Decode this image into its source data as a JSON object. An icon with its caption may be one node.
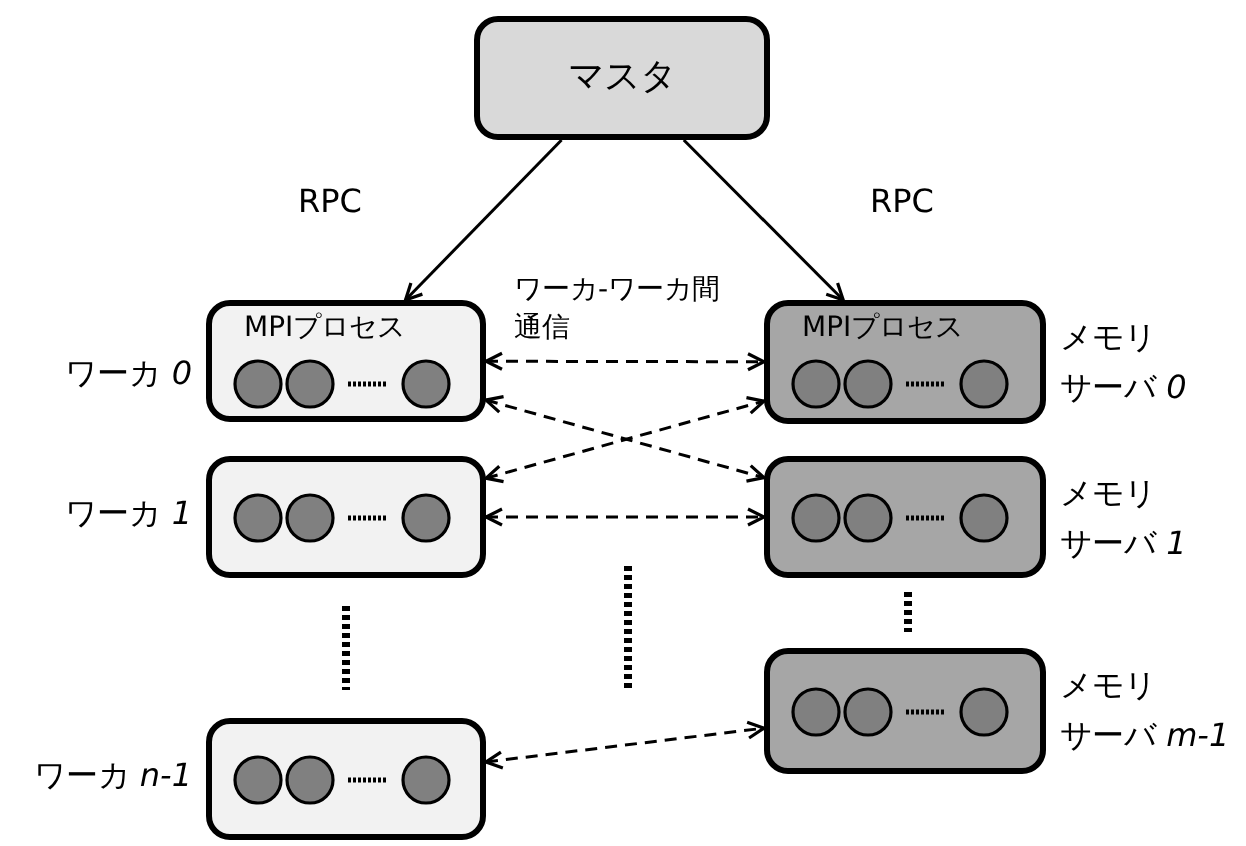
{
  "diagram": {
    "nodes": [
      {
        "text": [
          "マスタ"
        ]
      },
      {
        "text": [
          "MPIプロセス"
        ],
        "beside": [
          "ワーカ *0*"
        ]
      },
      {
        "text": [],
        "shape": "box",
        "beside": [
          "ワーカ *1*"
        ]
      },
      {
        "text": [],
        "shape": "box",
        "beside": [
          "ワーカ *n-1*"
        ]
      },
      {
        "text": [
          "MPIプロセス"
        ],
        "beside": [
          "メモリサーバ *0*"
        ]
      },
      {
        "text": [],
        "shape": "box",
        "beside": [
          "メモリサーバ *1*"
        ]
      },
      {
        "text": [],
        "shape": "box",
        "beside": [
          "メモリサーバ *m-1*"
        ]
      }
    ],
    "edges": [
      {
        "from": 0,
        "to": 1,
        "arrow": "to",
        "label": "RPC"
      },
      {
        "from": 0,
        "to": 4,
        "arrow": "to",
        "label": "RPC"
      },
      {
        "from": 1,
        "to": 4,
        "arrow": "both",
        "style": "dashed"
      },
      {
        "from": 1,
        "to": 5,
        "arrow": "both",
        "style": "dashed"
      },
      {
        "from": 2,
        "to": 4,
        "arrow": "both",
        "style": "dashed"
      },
      {
        "from": 2,
        "to": 5,
        "arrow": "both",
        "style": "dashed"
      },
      {
        "from": 3,
        "to": 6,
        "arrow": "both",
        "style": "dashed"
      }
    ],
    "labels": [
      "ワーカ-ワーカ間通信"
    ]
  }
}
